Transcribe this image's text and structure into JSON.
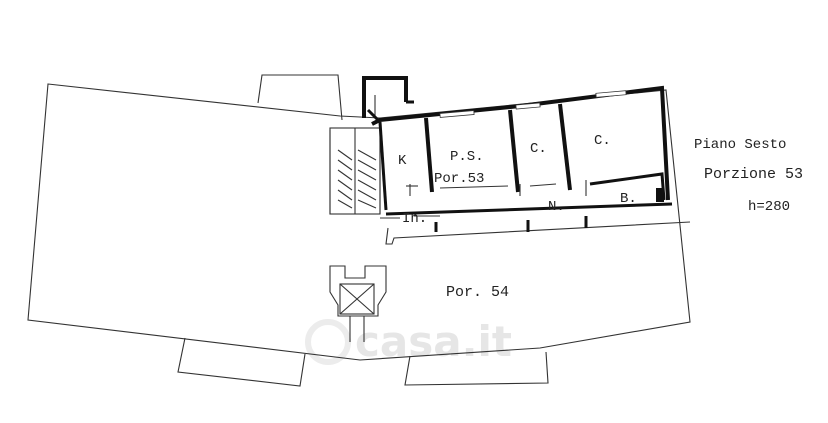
{
  "floor_label": "Piano Sesto",
  "portion_label": "Porzione 53",
  "height_label": "h=280",
  "rooms": {
    "k": "K",
    "ps": "P.S.",
    "por53": "Por.53",
    "c1": "C.",
    "c2": "C.",
    "n": "N.",
    "b": "B.",
    "in": "In.",
    "por54": "Por. 54"
  },
  "watermark": "casa.it"
}
